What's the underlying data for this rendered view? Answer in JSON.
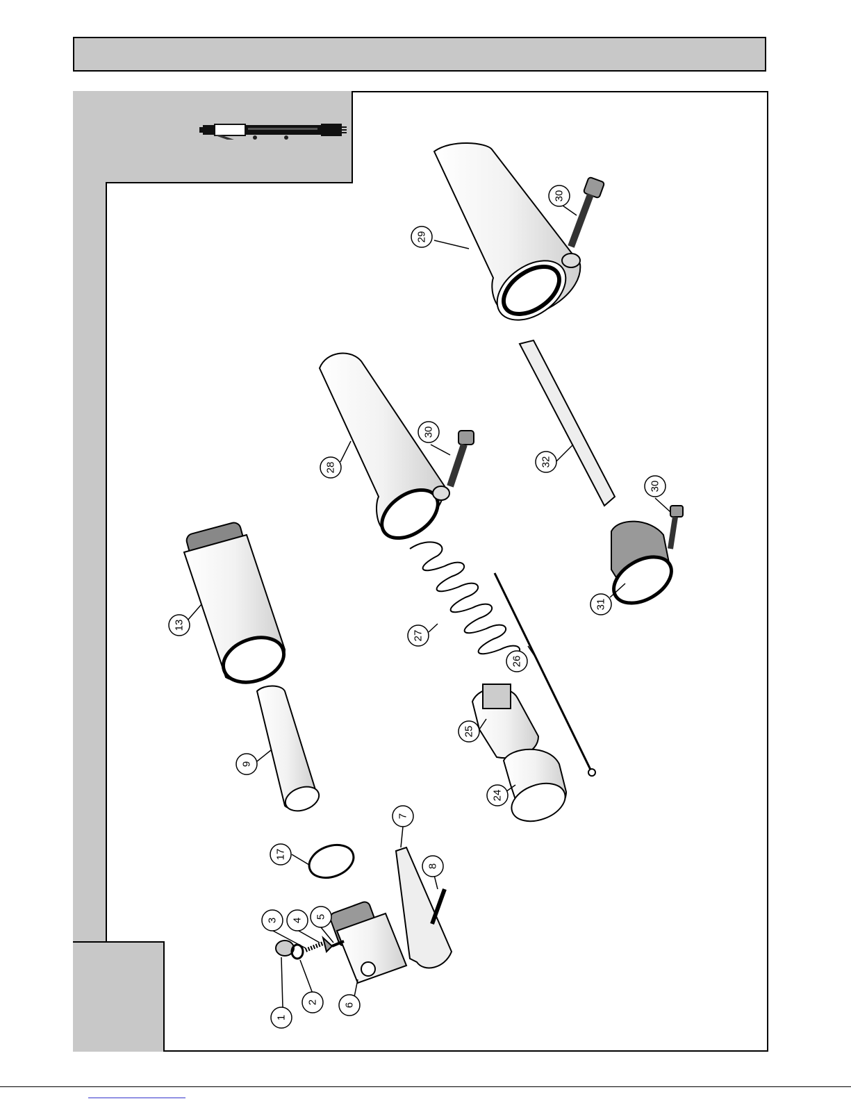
{
  "header": {
    "title": ""
  },
  "thumbnail": {
    "icon": "pneumatic-scaler-icon"
  },
  "diagram": {
    "callouts": [
      "1",
      "2",
      "3",
      "4",
      "5",
      "6",
      "7",
      "8",
      "9",
      "13",
      "17",
      "24",
      "25",
      "26",
      "27",
      "28",
      "29",
      "30",
      "30",
      "30",
      "31",
      "32"
    ]
  },
  "colors": {
    "panel_gray": "#c8c8c8",
    "line": "#000000"
  }
}
